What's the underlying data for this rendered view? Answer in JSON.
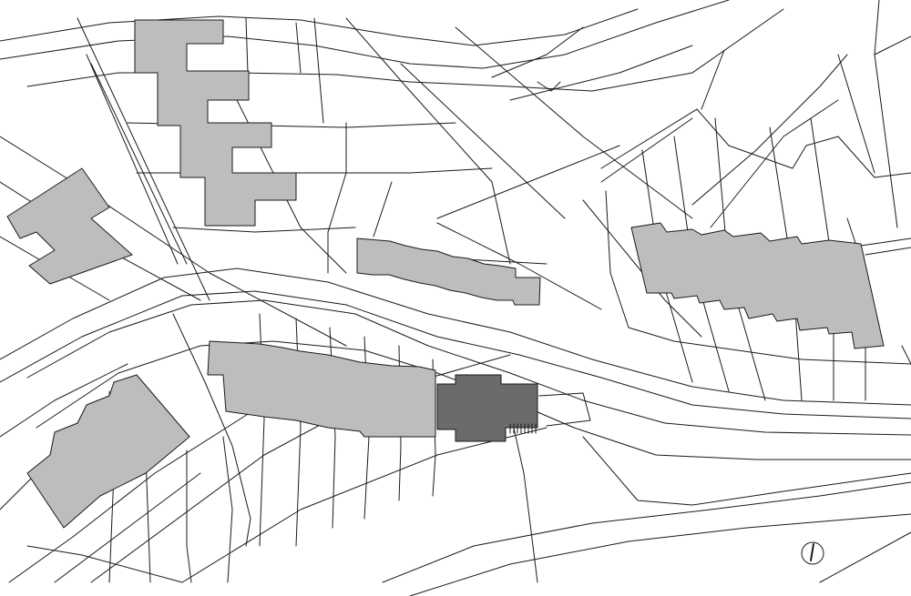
{
  "map": {
    "type": "site-plan",
    "background_color": "#ffffff",
    "line_color": "#1a1a1a",
    "colors": {
      "neighbour_buildings": "#bdbdbd",
      "highlighted_building": "#6b6b6b"
    },
    "buildings": {
      "neighbour_count": 6,
      "highlighted_count": 1
    },
    "north_arrow": {
      "icon": "north-arrow-icon"
    }
  }
}
